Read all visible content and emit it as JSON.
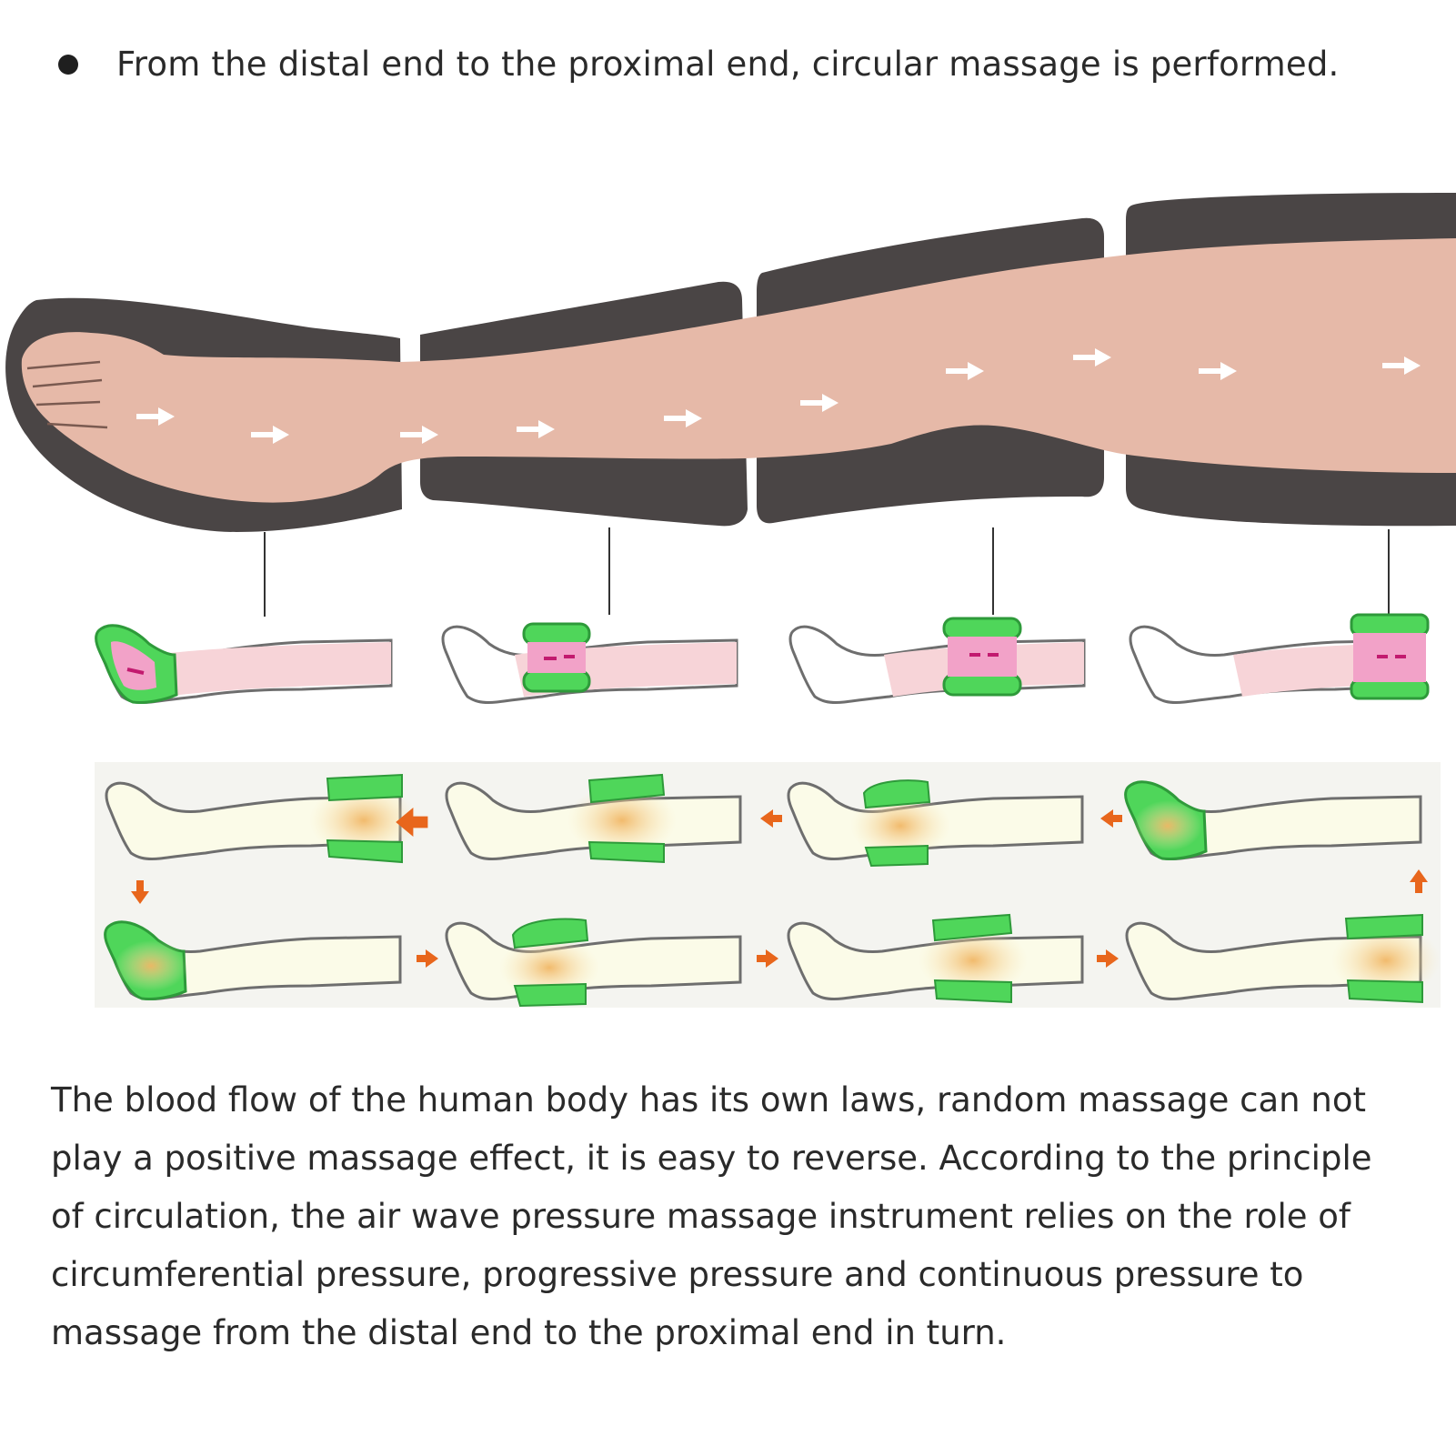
{
  "heading": {
    "text": "From the distal end to the proximal end, circular massage is performed."
  },
  "paragraph": {
    "lines": [
      "The blood flow of the human body has its own laws, random massage can not",
      "play a positive massage effect, it is easy to reverse. According to the principle",
      "of circulation, the air wave pressure massage instrument relies on the role of",
      "circumferential pressure, progressive pressure and continuous pressure to",
      "massage from the distal end to the proximal end in turn."
    ]
  },
  "diagram": {
    "cuff_sections": [
      "foot",
      "calf",
      "knee",
      "thigh"
    ],
    "flow_arrow_count": 10,
    "cycle_steps_top_row": [
      "thigh",
      "knee",
      "calf",
      "foot"
    ],
    "cycle_steps_bottom_row": [
      "foot",
      "calf",
      "knee",
      "thigh"
    ],
    "colors": {
      "skin": "#e6b9a8",
      "cuff": "#4a4545",
      "pressure_green": "#4fd65a",
      "pressure_pink": "#f08ac0",
      "warm_glow": "#f4c27a",
      "cycle_arrow": "#e8661c",
      "leg_outline_fill": "#fbfbe8"
    }
  }
}
